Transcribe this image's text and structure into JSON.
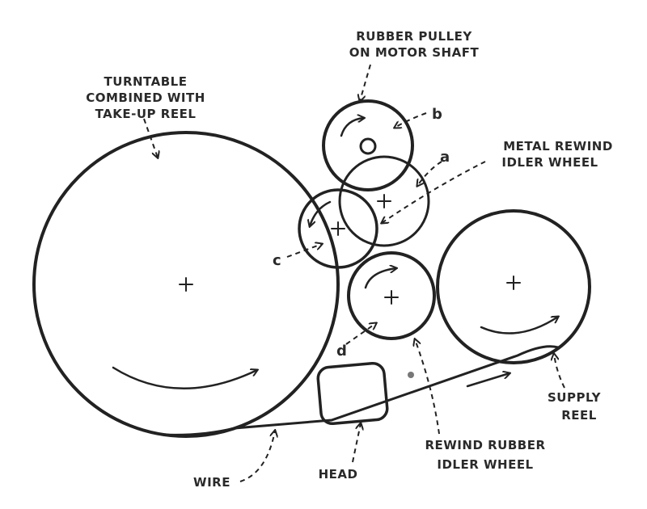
{
  "diagram": {
    "labels": {
      "turntable": [
        "TURNTABLE",
        "COMBINED WITH",
        "TAKE-UP REEL"
      ],
      "rubber_pulley": [
        "RUBBER PULLEY",
        "ON MOTOR SHAFT"
      ],
      "metal_idler": [
        "METAL REWIND",
        "IDLER WHEEL"
      ],
      "rewind_rubber_idler": [
        "REWIND RUBBER",
        "IDLER WHEEL"
      ],
      "supply_reel": [
        "SUPPLY",
        "REEL"
      ],
      "wire": "WIRE",
      "head": "HEAD"
    },
    "letters": {
      "a": "a",
      "b": "b",
      "c": "c",
      "d": "d"
    },
    "components": [
      "turntable-take-up-reel",
      "rubber-pulley-motor-shaft",
      "metal-rewind-idler-wheel",
      "idler-wheel-c",
      "rewind-rubber-idler-wheel",
      "supply-reel",
      "head",
      "wire"
    ]
  }
}
